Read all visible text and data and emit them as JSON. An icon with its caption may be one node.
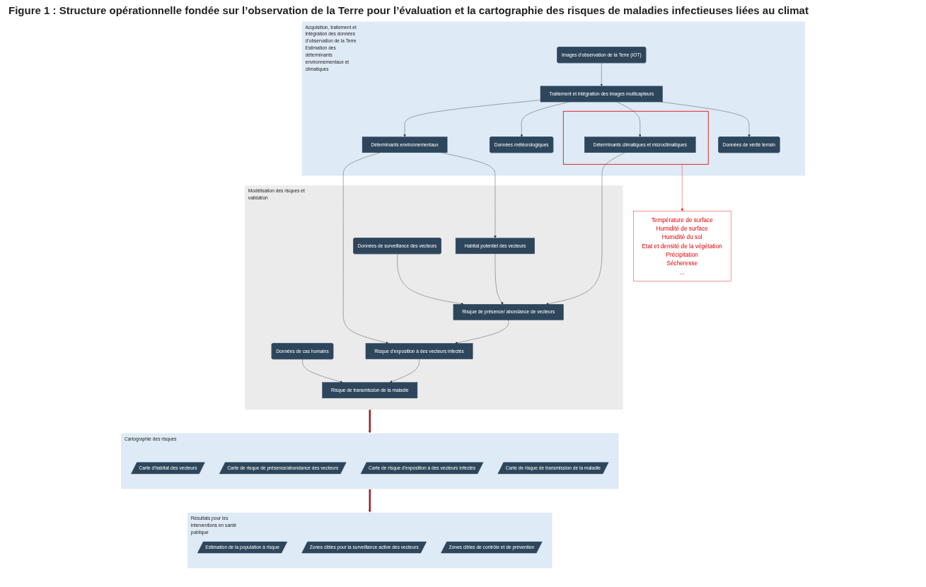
{
  "diagram": {
    "title": "Figure 1 : Structure opérationnelle fondée sur l’observation de la Terre pour l’évaluation et la cartographie des risques de maladies infectieuses liées au climat",
    "nodes": [
      {
        "text": [
          "Acquisition, traitement et intégration des données d’observation de la Terre",
          "Estimation des déterminants environnementaux et climatiques"
        ]
      },
      {
        "text": [
          "Images d’observation de la Terre (IOT)"
        ],
        "in": 0
      },
      {
        "text": [
          "Traitement et intégration des images multicapteurs"
        ],
        "in": 0
      },
      {
        "text": [
          "Données météorologiques"
        ],
        "in": 0
      },
      {
        "text": [],
        "shape": "box",
        "in": 0
      },
      {
        "text": [
          "Déterminants climatiques et microclimatiques"
        ],
        "in": 4
      },
      {
        "text": [
          "Déterminants environnementaux"
        ],
        "in": 0
      },
      {
        "text": [
          "Données de vérité terrain"
        ],
        "in": 0
      },
      {
        "text": [
          "Modélisation des risques et validation"
        ]
      },
      {
        "text": [
          "Risque de présence/ abondance de vecteurs"
        ],
        "in": 8
      },
      {
        "text": [
          "Habitat potentiel des vecteurs"
        ],
        "in": 8
      },
      {
        "text": [
          "Données de surveillance des vecteurs"
        ],
        "in": 8
      },
      {
        "text": [
          "Risque d’exposition à des vecteurs infectés"
        ],
        "in": 8
      },
      {
        "text": [
          "Données de cas humains"
        ],
        "in": 8
      },
      {
        "text": [
          "Risque de transmission de la maladie"
        ],
        "in": 8
      },
      {
        "text": [
          "Cartographie des risques"
        ]
      },
      {
        "text": [
          "Carte d'habitat des vecteurs"
        ],
        "in": 15
      },
      {
        "text": [
          "Carte de risque de présence/abondance des vecteurs"
        ],
        "in": 15
      },
      {
        "text": [
          "Carte de risque d'exposition à des vecteurs infectés"
        ],
        "in": 15
      },
      {
        "text": [
          "Carte de risque de transmission de la maladie"
        ],
        "in": 15
      },
      {
        "text": [
          "Résultats pour les interventions en santé publique"
        ]
      },
      {
        "text": [
          "Estimation de la population à risque"
        ],
        "in": 20
      },
      {
        "text": [
          "Zones cibles pour la surveillance active des vecteurs"
        ],
        "in": 20
      },
      {
        "text": [
          "Zones cibles de contrôle et de prévention"
        ],
        "in": 20
      },
      {
        "text": [
          "Température de surface",
          "Humidité de surface",
          "Humidité du sol",
          "Etat et densité de la végétation",
          "Précipitation",
          "Sécheresse",
          "..."
        ]
      }
    ],
    "edges": [
      {
        "from": 1,
        "to": 2,
        "arrow": "to"
      },
      {
        "from": 2,
        "to": 3,
        "arrow": "to"
      },
      {
        "from": 2,
        "to": 5,
        "arrow": "to"
      },
      {
        "from": 2,
        "to": 6,
        "arrow": "to"
      },
      {
        "from": 2,
        "to": 7,
        "arrow": "to"
      },
      {
        "from": 5,
        "to": 9,
        "arrow": "to"
      },
      {
        "from": 6,
        "to": 10,
        "arrow": "to"
      },
      {
        "from": 10,
        "to": 9,
        "arrow": "to"
      },
      {
        "from": 11,
        "to": 9,
        "arrow": "to"
      },
      {
        "from": 9,
        "to": 12,
        "arrow": "to"
      },
      {
        "from": 6,
        "to": 12,
        "arrow": "to"
      },
      {
        "from": 12,
        "to": 14,
        "arrow": "to"
      },
      {
        "from": 13,
        "to": 14,
        "arrow": "to"
      },
      {
        "from": 8,
        "to": 15,
        "arrow": "to",
        "style": "thick",
        "color": "#a01c22"
      },
      {
        "from": 15,
        "to": 20,
        "arrow": "to",
        "style": "thick",
        "color": "#a01c22"
      },
      {
        "from": 4,
        "to": 24,
        "arrow": "to",
        "color": "#ff0000"
      }
    ]
  }
}
